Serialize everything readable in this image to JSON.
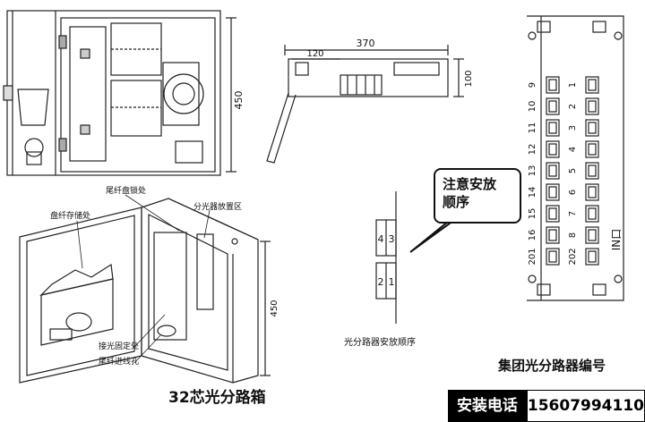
{
  "top_left": {
    "dim_height": "450"
  },
  "top_middle": {
    "dim_width": "370",
    "dim_inner": "120",
    "dim_depth": "100"
  },
  "bottom_left": {
    "label_fiber_storage": "盘纤存储处",
    "label_disc_lock": "尾纤盘锁处",
    "label_splitter_area": "分光器放置区",
    "label_fiber_fixing": "接光固定处",
    "label_entry_hole": "尾纤进线孔",
    "dim_height": "450",
    "caption": "32芯光分路箱"
  },
  "callout": {
    "line1": "注意安放",
    "line2": "顺序"
  },
  "order_diagram": {
    "cells_top": [
      "4",
      "3"
    ],
    "cells_bottom": [
      "2",
      "1"
    ],
    "caption": "光分路器安放顺序"
  },
  "numbering": {
    "left_column": [
      "9",
      "10",
      "11",
      "12",
      "13",
      "14",
      "15",
      "16",
      "201"
    ],
    "right_column": [
      "1",
      "2",
      "3",
      "4",
      "5",
      "6",
      "7",
      "8",
      "202"
    ],
    "in_label": "IN口",
    "caption": "集团光分路器编号"
  },
  "footer": {
    "phone_label": "安装电话",
    "phone_number": "15607994110"
  }
}
